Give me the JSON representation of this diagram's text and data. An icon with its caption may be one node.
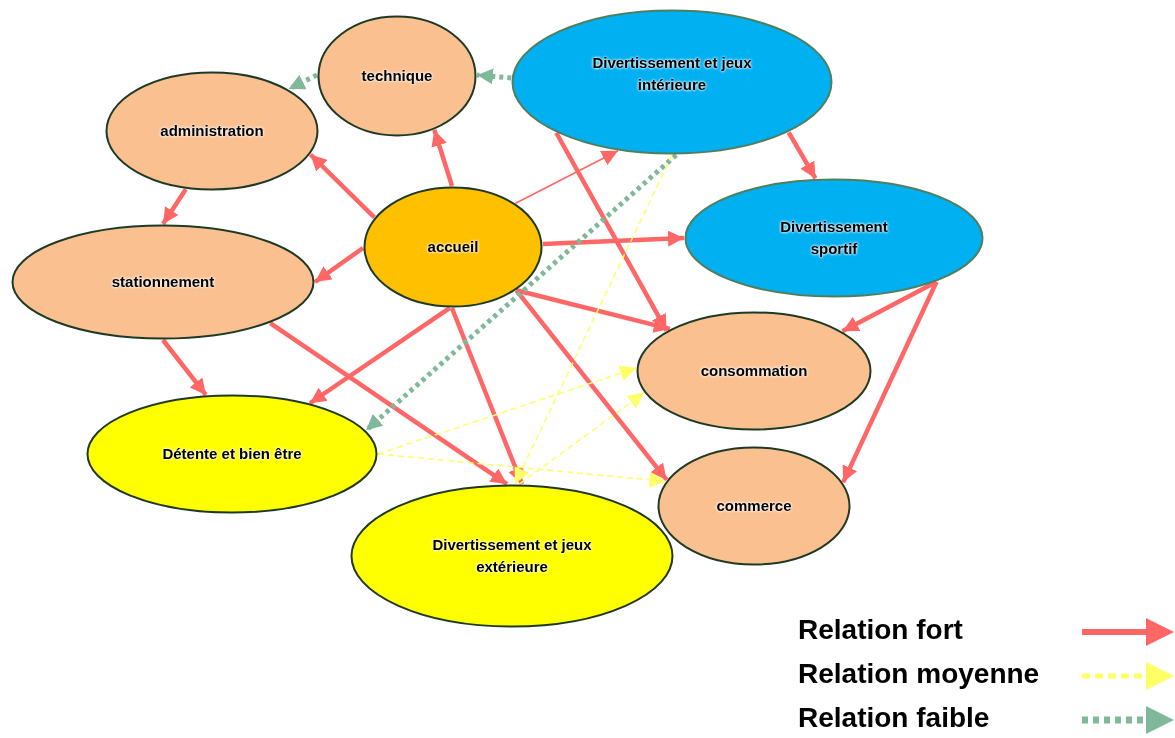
{
  "diagram": {
    "nodes": [
      {
        "text": [
          "technique"
        ]
      },
      {
        "text": [
          "Divertissement et jeux intérieure"
        ]
      },
      {
        "text": [
          "administration"
        ]
      },
      {
        "text": [
          "accueil"
        ]
      },
      {
        "text": [
          "stationnement"
        ]
      },
      {
        "text": [
          "Divertissement sportif"
        ]
      },
      {
        "text": [
          "consommation"
        ]
      },
      {
        "text": [
          "Détente et bien être"
        ]
      },
      {
        "text": [
          "commerce"
        ]
      },
      {
        "text": [
          "Divertissement et jeux extérieure"
        ]
      }
    ],
    "edges": [
      {
        "from": 1,
        "to": 0,
        "arrow": "to",
        "style": "dashed",
        "color": "#7fb99a"
      },
      {
        "from": 0,
        "to": 2,
        "arrow": "to",
        "style": "dashed",
        "color": "#7fb99a"
      },
      {
        "from": 3,
        "to": 2,
        "arrow": "to"
      },
      {
        "from": 3,
        "to": 0,
        "arrow": "to"
      },
      {
        "from": 3,
        "to": 1,
        "arrow": "to"
      },
      {
        "from": 3,
        "to": 5,
        "arrow": "to"
      },
      {
        "from": 3,
        "to": 4,
        "arrow": "to"
      },
      {
        "from": 2,
        "to": 4,
        "arrow": "to"
      },
      {
        "from": 4,
        "to": 7,
        "arrow": "to"
      },
      {
        "from": 4,
        "to": 9,
        "arrow": "to"
      },
      {
        "from": 3,
        "to": 7,
        "arrow": "to"
      },
      {
        "from": 3,
        "to": 9,
        "arrow": "to"
      },
      {
        "from": 3,
        "to": 6,
        "arrow": "to"
      },
      {
        "from": 3,
        "to": 8,
        "arrow": "to"
      },
      {
        "from": 1,
        "to": 6,
        "arrow": "to"
      },
      {
        "from": 1,
        "to": 5,
        "arrow": "to"
      },
      {
        "from": 5,
        "to": 6,
        "arrow": "to"
      },
      {
        "from": 5,
        "to": 8,
        "arrow": "to"
      },
      {
        "from": 1,
        "to": 7,
        "arrow": "to",
        "style": "dashed",
        "color": "#7fb99a"
      },
      {
        "from": 1,
        "to": 9,
        "arrow": "to",
        "style": "dashed",
        "color": "#ffff66"
      },
      {
        "from": 7,
        "to": 6,
        "arrow": "to",
        "style": "dashed",
        "color": "#ffff66"
      },
      {
        "from": 7,
        "to": 8,
        "arrow": "to",
        "style": "dashed",
        "color": "#ffff66"
      },
      {
        "from": 9,
        "to": 6,
        "arrow": "to",
        "style": "dashed",
        "color": "#ffff66"
      }
    ],
    "legend": [
      {
        "text": "Relation fort"
      },
      {
        "text": "Relation moyenne"
      },
      {
        "text": "Relation faible"
      }
    ]
  }
}
